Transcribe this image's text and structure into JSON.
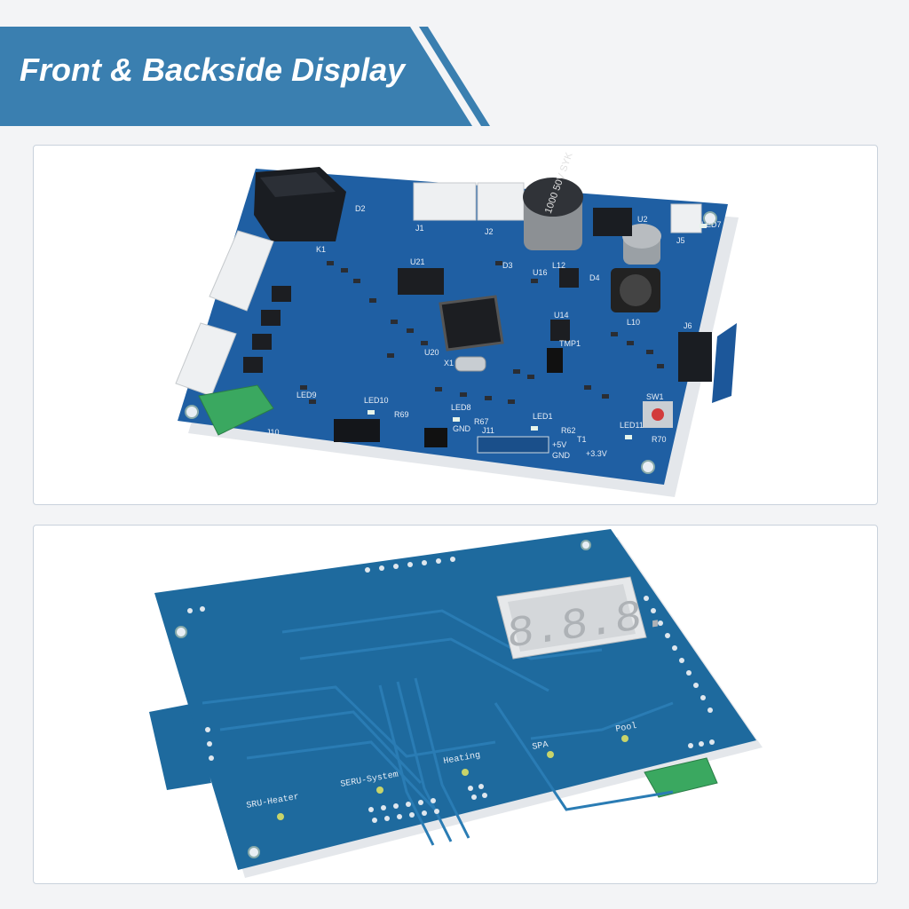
{
  "banner": {
    "title": "Front & Backside Display",
    "color": "#3a7fb0"
  },
  "front_board": {
    "pcb_color": "#1f5fa3",
    "capacitor_label": "1000 50V SYK",
    "silkscreen": {
      "j1": "J1",
      "j2": "J2",
      "j5": "J5",
      "j6": "J6",
      "j10": "J10",
      "j11": "J11",
      "led7": "LED7",
      "led8": "LED8",
      "led9": "LED9",
      "led10": "LED10",
      "led1": "LED1",
      "led11": "LED11",
      "u2": "U2",
      "u21": "U21",
      "u14": "U14",
      "u16": "U16",
      "u20": "U20",
      "k1": "K1",
      "d2": "D2",
      "d3": "D3",
      "d4": "D4",
      "l10": "L10",
      "l12": "L12",
      "x1": "X1",
      "sw1": "SW1",
      "tmp1": "TMP1",
      "r62": "R62",
      "r70": "R70",
      "r67": "R67",
      "r69": "R69",
      "plus5v": "+5V",
      "gnd": "GND",
      "gnd2": "GND",
      "plus3v3": "+3.3V",
      "t1": "T1"
    }
  },
  "back_board": {
    "pcb_color": "#1e6a9e",
    "display_digits": "8.8.8.",
    "silkscreen": {
      "sru_heater": "SRU-Heater",
      "seru_system": "SERU-System",
      "heating": "Heating",
      "spa": "SPA",
      "pool": "Pool"
    }
  }
}
